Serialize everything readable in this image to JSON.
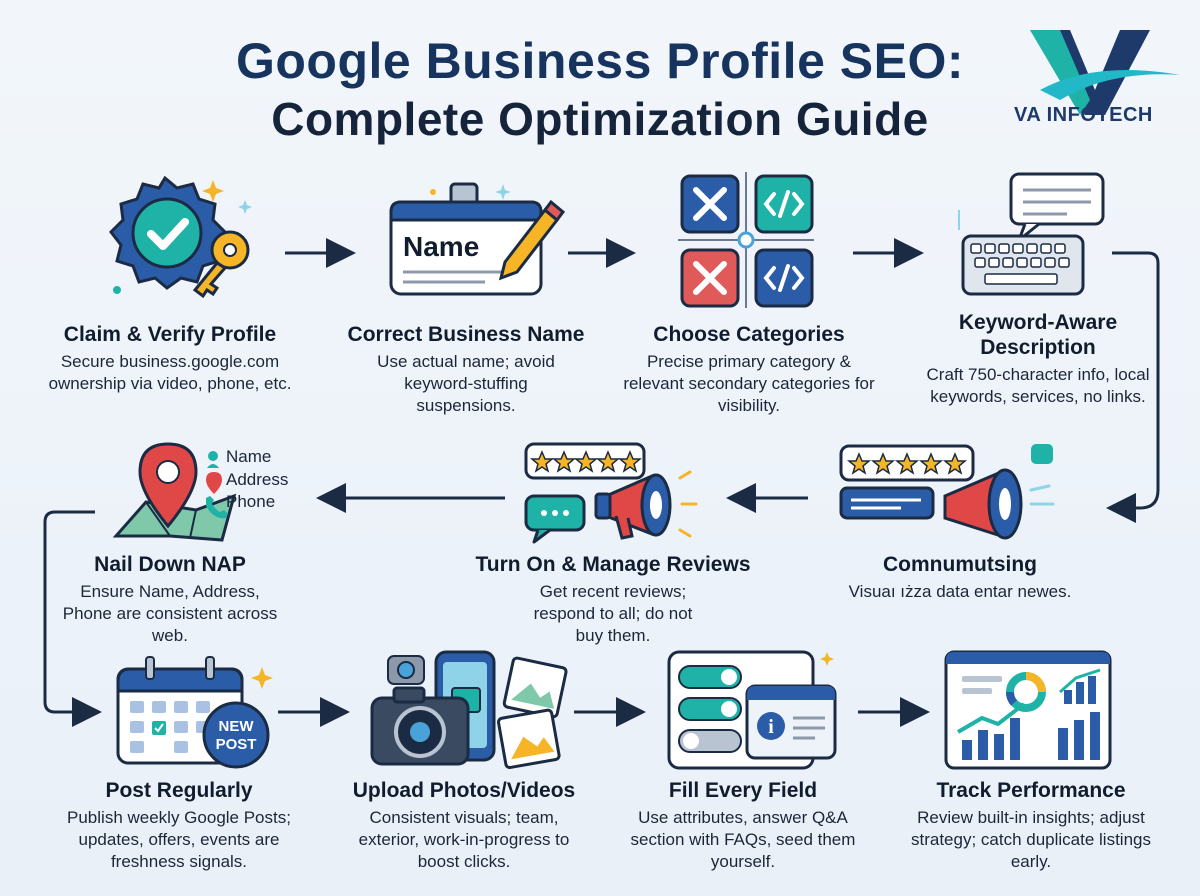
{
  "title": {
    "line1": "Google Business Profile SEO:",
    "line2": "Complete Optimization Guide"
  },
  "brand": {
    "name": "VA INFOTECH",
    "colors": {
      "teal": "#1fb3a8",
      "navy": "#1d3a6b"
    }
  },
  "steps": [
    {
      "title": "Claim & Verify Profile",
      "description": "Secure business.google.com ownership via video, phone, etc.",
      "icon": "verified-badge-key-icon"
    },
    {
      "title": "Correct Business Name",
      "description": "Use actual name; avoid keyword-stuffing suspensions.",
      "icon": "name-badge-pencil-icon",
      "badge_text": "Name"
    },
    {
      "title": "Choose Categories",
      "description": "Precise primary category & relevant secondary categories for visibility.",
      "icon": "category-grid-icon"
    },
    {
      "title": "Keyword-Aware Description",
      "description": "Craft 750-character info, local keywords, services, no links.",
      "icon": "keyboard-chat-icon"
    },
    {
      "title": "Comnumutsing",
      "description": "Visuaı ıżza data entar newes.",
      "icon": "reviews-megaphone-icon"
    },
    {
      "title": "Turn On & Manage Reviews",
      "description": "Get recent reviews; respond to all; do not buy them.",
      "icon": "star-rating-megaphone-icon"
    },
    {
      "title": "Nail Down NAP",
      "description": "Ensure Name, Address, Phone are consistent across web.",
      "icon": "map-pin-icon",
      "nap_labels": [
        "Name",
        "Address",
        "Phone"
      ]
    },
    {
      "title": "Post Regularly",
      "description": "Publish weekly Google Posts; updates, offers, events are freshness signals.",
      "icon": "calendar-new-post-icon",
      "badge_text": [
        "NEW",
        "POST"
      ]
    },
    {
      "title": "Upload Photos/Videos",
      "description": "Consistent visuals; team, exterior, work-in-progress to boost clicks.",
      "icon": "camera-phone-photos-icon"
    },
    {
      "title": "Fill Every Field",
      "description": "Use attributes, answer Q&A section with FAQs, seed them yourself.",
      "icon": "form-toggles-info-icon"
    },
    {
      "title": "Track Performance",
      "description": "Review built-in insights; adjust strategy; catch duplicate listings early.",
      "icon": "analytics-dashboard-icon"
    }
  ]
}
